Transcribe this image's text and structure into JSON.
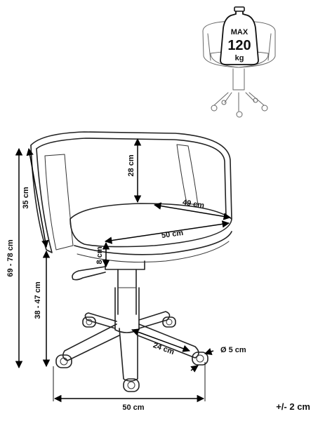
{
  "capacity_badge": {
    "line1": "MAX",
    "line2": "120",
    "line3": "kg"
  },
  "dimensions": {
    "total_height": "69 - 78 cm",
    "backrest_height": "35 cm",
    "seat_height": "38 - 47 cm",
    "armrest_height": "28 cm",
    "seat_depth": "49 cm",
    "seat_width": "50 cm",
    "seat_thickness": "8 cm",
    "base_radius": "24 cm",
    "caster_diameter": "Ø 5 cm",
    "base_width": "50 cm"
  },
  "tolerance": "+/- 2 cm"
}
